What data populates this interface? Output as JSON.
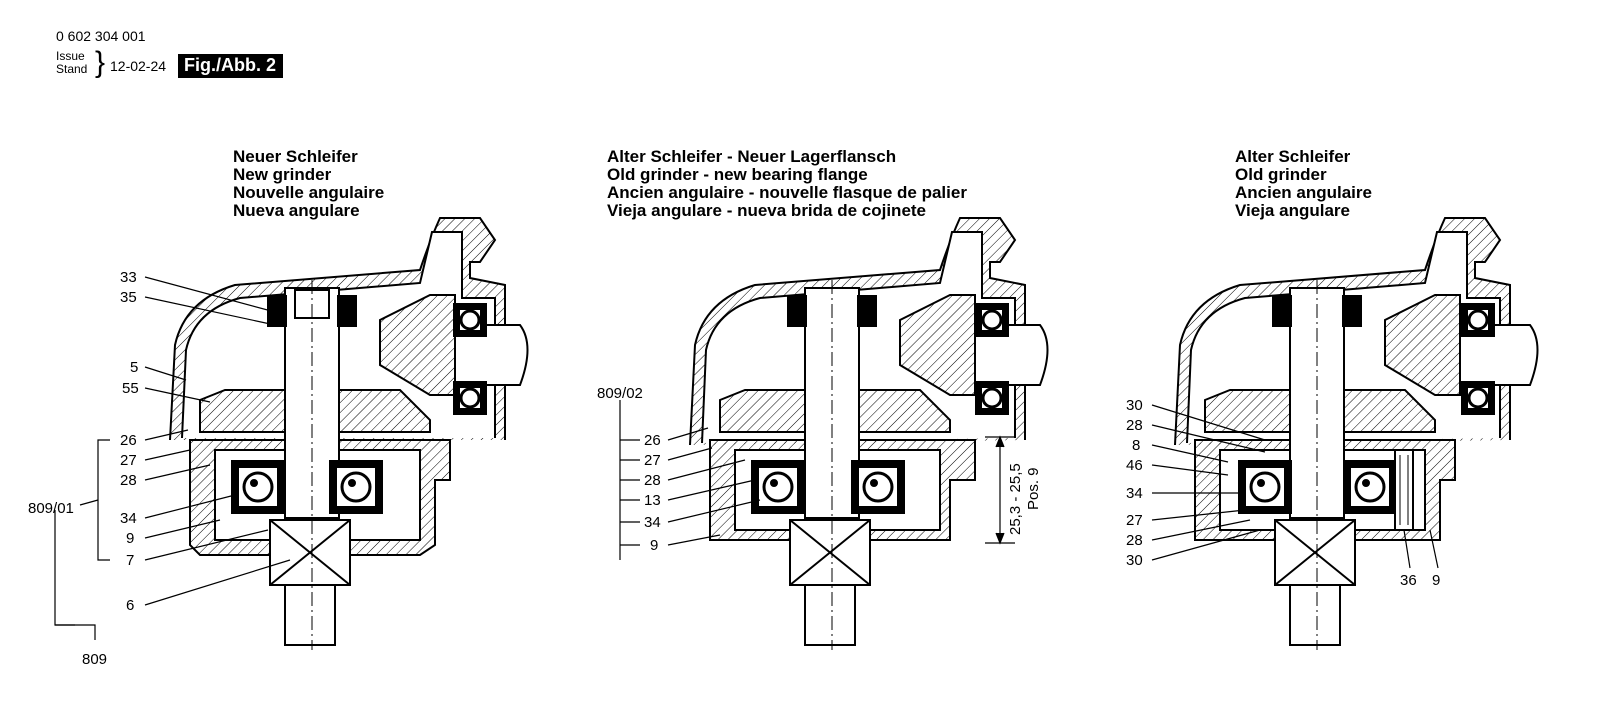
{
  "header": {
    "part_number": "0 602 304 001",
    "issue_label": "Issue",
    "stand_label": "Stand",
    "date": "12-02-24",
    "figure_label": "Fig./Abb. 2"
  },
  "panels": [
    {
      "title_lines": [
        "Neuer Schleifer",
        "New grinder",
        "Nouvelle angulaire",
        "Nueva angulare"
      ]
    },
    {
      "title_lines": [
        "Alter Schleifer - Neuer Lagerflansch",
        "Old grinder - new bearing flange",
        "Ancien angulaire - nouvelle flasque de palier",
        "Vieja angulare - nueva brida de cojinete"
      ]
    },
    {
      "title_lines": [
        "Alter Schleifer",
        "Old grinder",
        "Ancien angulaire",
        "Vieja angulare"
      ]
    }
  ],
  "callouts": {
    "p1": [
      "33",
      "35",
      "5",
      "55",
      "26",
      "27",
      "28",
      "34",
      "9",
      "7",
      "6",
      "809/01",
      "809"
    ],
    "p2": [
      "809/02",
      "26",
      "27",
      "28",
      "13",
      "34",
      "9"
    ],
    "p2_dimension": "25,3 - 25,5",
    "p2_dimension_pos": "Pos. 9",
    "p3": [
      "30",
      "28",
      "8",
      "46",
      "34",
      "27",
      "28",
      "30",
      "36",
      "9"
    ]
  }
}
